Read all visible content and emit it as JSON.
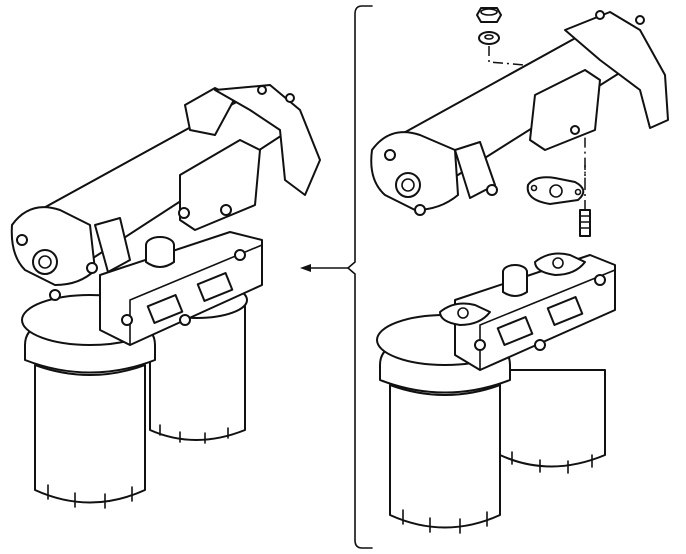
{
  "diagram": {
    "type": "exploded-assembly-line-drawing",
    "colors": {
      "line": "#111111",
      "background": "#ffffff"
    },
    "parts": [
      "oil-cooler",
      "filter-head-bracket",
      "oil-filter-cartridge-left",
      "oil-filter-cartridge-right",
      "nut",
      "washer",
      "gasket",
      "stud"
    ]
  }
}
